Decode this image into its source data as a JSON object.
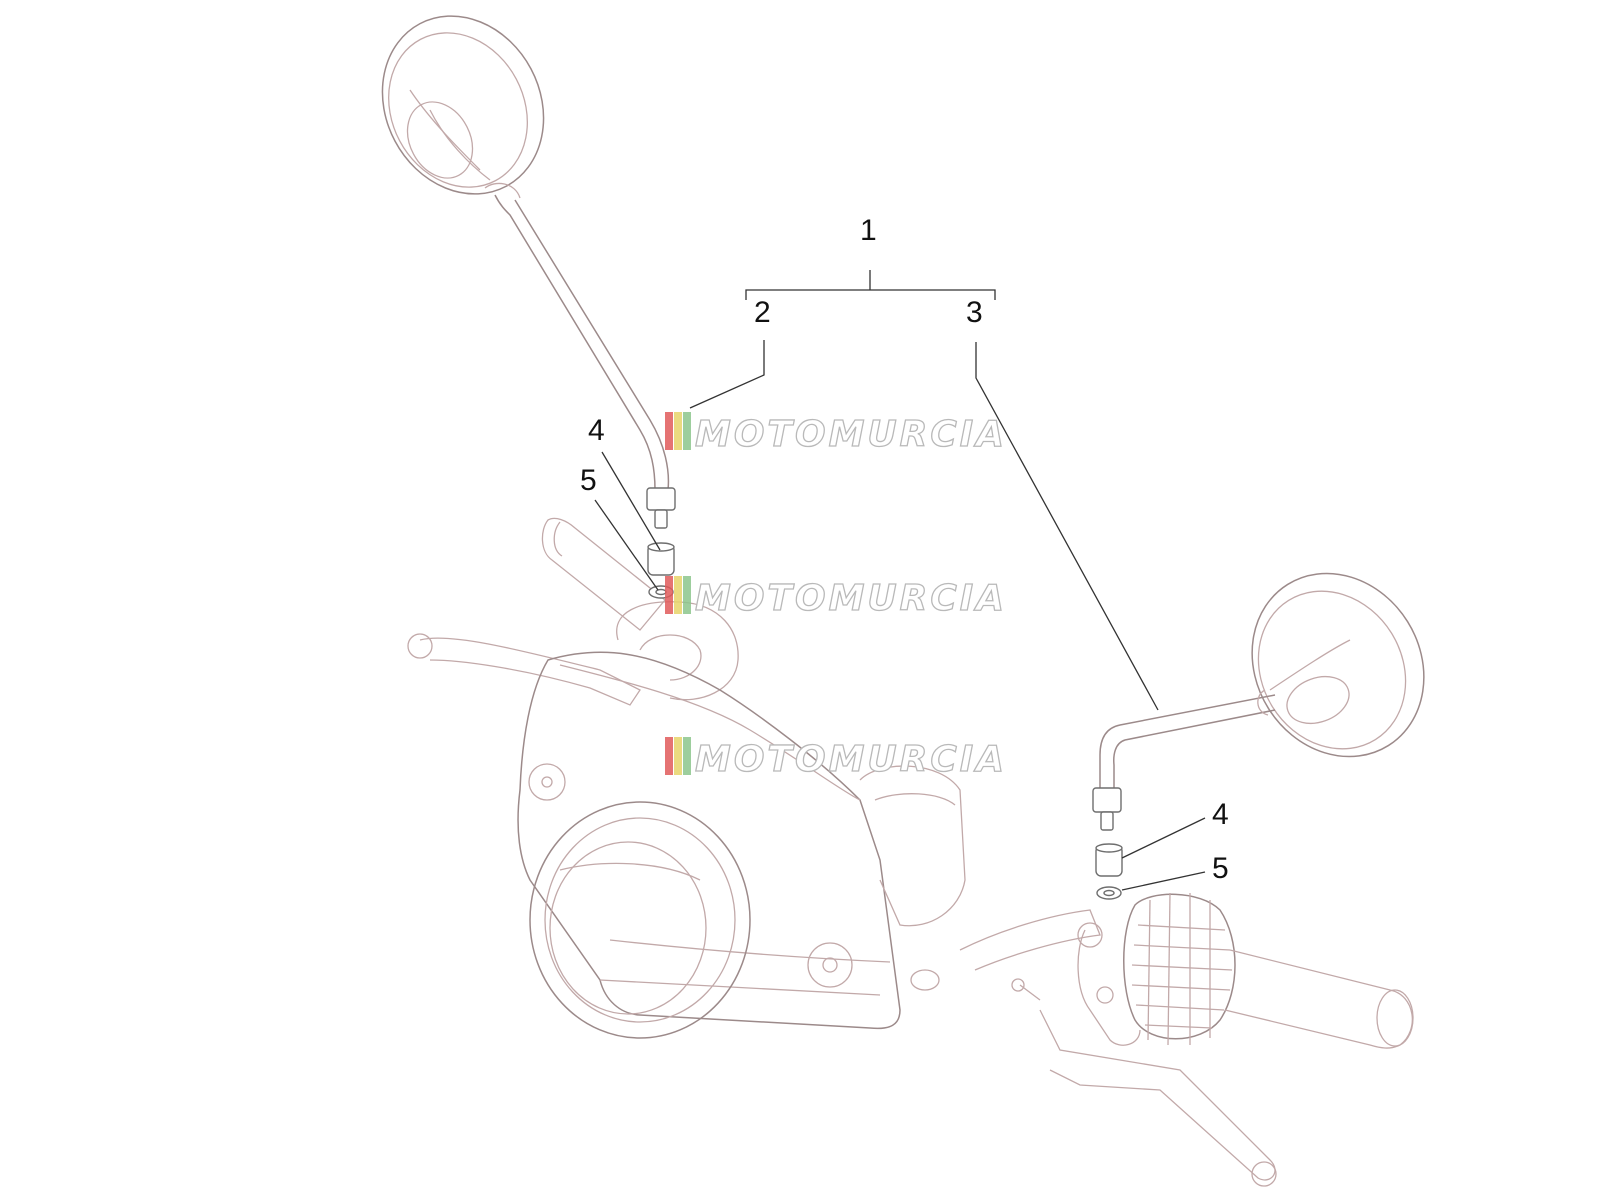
{
  "callouts": {
    "c1": "1",
    "c2": "2",
    "c3": "3",
    "c4_left": "4",
    "c5_left": "5",
    "c4_right": "4",
    "c5_right": "5"
  },
  "watermark": {
    "text": "MOTOMURCIA",
    "stripe_colors": [
      "#e05a5a",
      "#e8d36a",
      "#8cc58c"
    ]
  },
  "colors": {
    "outline": "#c2a9a9",
    "leader": "#333333",
    "text": "#111111"
  }
}
